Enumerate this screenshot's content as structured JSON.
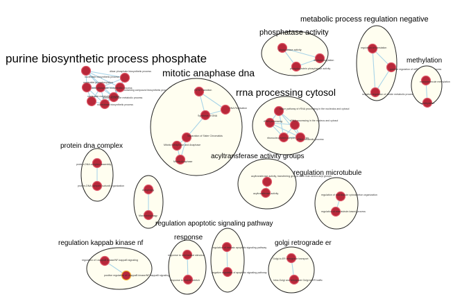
{
  "clusters": [
    {
      "id": "purine",
      "title": "purine biosynthetic process phosphate",
      "nodes": [
        {
          "label": "dilcar phosphate biosynthetic process"
        },
        {
          "label": "nucleotide biosynthetic process"
        },
        {
          "label": "purine-containing compound biosynthetic process"
        },
        {
          "label": "nucleoside phosphate biosynthetic process"
        },
        {
          "label": "purine nucleotide metabolic process"
        },
        {
          "label": "nucleobase biosynthetic process"
        },
        {
          "label": "nucleotide phosphorylation"
        },
        {
          "label": "nucleotide metabolic process"
        }
      ]
    },
    {
      "id": "mitotic",
      "title": "mitotic anaphase dna",
      "nodes": [
        {
          "label": "G2 M Transition"
        },
        {
          "label": "DNA Replication"
        },
        {
          "label": "Synthesis of DNA"
        },
        {
          "label": "Separation of Sister Chromatids"
        },
        {
          "label": "Mitotic Metaphase and Anaphase"
        },
        {
          "label": "Mitotic Anaphase"
        }
      ]
    },
    {
      "id": "phosphatase",
      "title": "phosphatase activity",
      "nodes": [
        {
          "label": "phosphatase activity"
        },
        {
          "label": "dephosphorylation"
        },
        {
          "label": "phosphoprotein phosphatase activity"
        }
      ]
    },
    {
      "id": "metabolic",
      "title": "metabolic process regulation negative",
      "nodes": [
        {
          "label": "regulation of translation"
        },
        {
          "label": "positive regulation of mRNA metabolic process"
        },
        {
          "label": "negative regulation of amide metabolic process"
        }
      ]
    },
    {
      "id": "methylation",
      "title": "methylation",
      "nodes": [
        {
          "label": "macromolecule methylation"
        },
        {
          "label": "methylation"
        }
      ]
    },
    {
      "id": "rrna",
      "title": "rrna processing cytosol",
      "nodes": [
        {
          "label": "Major pathway of rRNA processing in the nucleolus and cytosol"
        },
        {
          "label": "rRNA processing"
        },
        {
          "label": "rRNA processing in the nucleus and cytosol"
        },
        {
          "label": "ribonucleoprotein complex biogenesis"
        },
        {
          "label": "rRNA metabolic process"
        }
      ]
    },
    {
      "id": "protein_dna",
      "title": "protein dna complex",
      "nodes": [
        {
          "label": "protein-DNA complex assembly"
        },
        {
          "label": "protein-DNA complex subunit organization"
        }
      ]
    },
    {
      "id": "acyl",
      "title": "acyltransferase activity groups",
      "nodes": [
        {
          "label": "acyltransferase activity, transferring groups other than amino-acyl groups"
        },
        {
          "label": "acyltransferase activity"
        }
      ]
    },
    {
      "id": "autophagy",
      "title": "",
      "nodes": [
        {
          "label": "Autophagy"
        },
        {
          "label": "Macroautophagy"
        }
      ]
    },
    {
      "id": "microtubule",
      "title": "regulation microtubule",
      "nodes": [
        {
          "label": "regulation of microtubule cytoskeleton organization"
        },
        {
          "label": "regulation of microtubule-based process"
        }
      ]
    },
    {
      "id": "apoptotic",
      "title": "regulation apoptotic signaling pathway",
      "nodes": [
        {
          "label": "regulation of intrinsic apoptotic signaling pathway"
        },
        {
          "label": "negative regulation of apoptotic signaling pathway"
        }
      ]
    },
    {
      "id": "kappab",
      "title": "regulation kappab kinase nf",
      "nodes": [
        {
          "label": "regulation of I-kappaB kinase/NF-kappaB signaling"
        },
        {
          "label": "positive regulation of I-kappaB kinase/NF-kappaB signaling"
        }
      ]
    },
    {
      "id": "response",
      "title": "response",
      "nodes": [
        {
          "label": "response to mechanical stimulus"
        },
        {
          "label": "response to muscle stretch"
        }
      ]
    },
    {
      "id": "golgi",
      "title": "golgi retrograde er",
      "nodes": [
        {
          "label": "Golgi-to-ER retrograde transport"
        },
        {
          "label": "Intra-Golgi and retrograde Golgi-to-ER traffic"
        }
      ]
    }
  ]
}
